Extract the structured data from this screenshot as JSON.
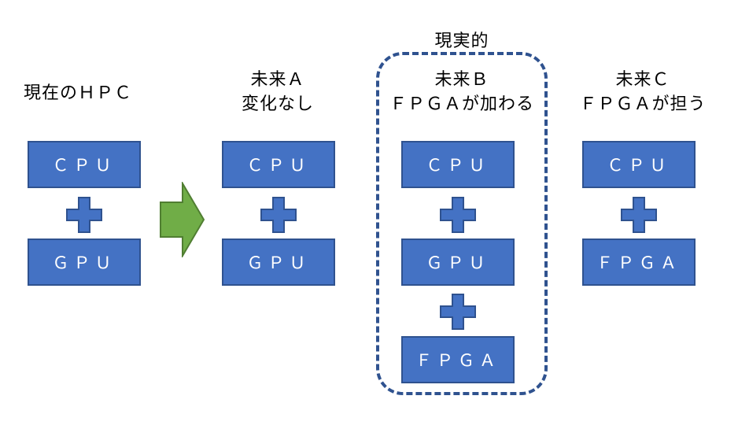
{
  "columns": {
    "current": {
      "title": "現在のＨＰＣ",
      "boxes": [
        "ＣＰＵ",
        "ＧＰＵ"
      ]
    },
    "future_a": {
      "title_line1": "未来Ａ",
      "title_line2": "変化なし",
      "boxes": [
        "ＣＰＵ",
        "ＧＰＵ"
      ]
    },
    "future_b": {
      "group_label": "現実的",
      "title_line1": "未来Ｂ",
      "title_line2": "ＦＰＧＡが加わる",
      "boxes": [
        "ＣＰＵ",
        "ＧＰＵ",
        "ＦＰＧＡ"
      ]
    },
    "future_c": {
      "title_line1": "未来Ｃ",
      "title_line2": "ＦＰＧＡが担う",
      "boxes": [
        "ＣＰＵ",
        "ＦＰＧＡ"
      ]
    }
  },
  "colors": {
    "box_fill": "#4472c4",
    "box_border": "#2f528f",
    "arrow_fill": "#70ad47",
    "arrow_border": "#507e32",
    "dashed_border": "#2f528f"
  },
  "icons": {
    "transition": "right-arrow-icon",
    "combine": "plus-icon"
  }
}
